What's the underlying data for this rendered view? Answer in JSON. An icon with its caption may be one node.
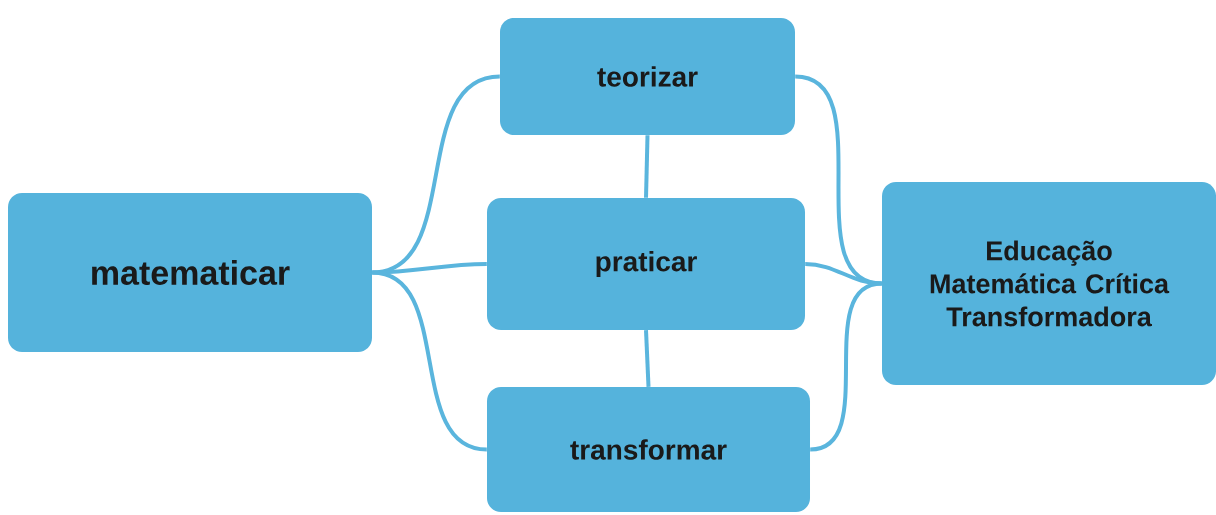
{
  "diagram": {
    "nodes": [
      {
        "text": [
          "matematicar"
        ]
      },
      {
        "text": [
          "teorizar"
        ]
      },
      {
        "text": [
          "praticar"
        ]
      },
      {
        "text": [
          "transformar"
        ]
      },
      {
        "text": [
          "Educação Matemática Crítica Transformadora"
        ]
      }
    ],
    "edges": [
      {
        "from": 0,
        "to": 1,
        "arrow": "none"
      },
      {
        "from": 0,
        "to": 2,
        "arrow": "none"
      },
      {
        "from": 0,
        "to": 3,
        "arrow": "none"
      },
      {
        "from": 1,
        "to": 2,
        "arrow": "none"
      },
      {
        "from": 2,
        "to": 3,
        "arrow": "none"
      },
      {
        "from": 1,
        "to": 4,
        "arrow": "none"
      },
      {
        "from": 2,
        "to": 4,
        "arrow": "none"
      },
      {
        "from": 3,
        "to": 4,
        "arrow": "none"
      }
    ]
  }
}
